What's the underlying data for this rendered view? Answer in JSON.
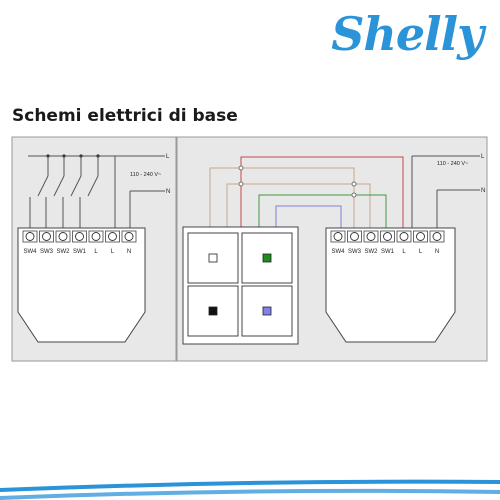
{
  "brand": {
    "logo_text": "Shelly",
    "color": "#2b93d8"
  },
  "title": "Schemi elettrici di base",
  "left_device": {
    "terminals": [
      "SW4",
      "SW3",
      "SW2",
      "SW1",
      "L",
      "L",
      "N"
    ],
    "line_label": "L",
    "neutral_label": "N",
    "voltage": "110 - 240 V~"
  },
  "right_device": {
    "terminals": [
      "SW4",
      "SW3",
      "SW2",
      "SW1",
      "L",
      "L",
      "N"
    ],
    "line_label": "L",
    "neutral_label": "N",
    "voltage": "110 - 240 V~"
  },
  "switch_panel": {
    "buttons": [
      {
        "color": "#ffffff",
        "name": "white"
      },
      {
        "color": "#1e8c1e",
        "name": "green"
      },
      {
        "color": "#111111",
        "name": "black"
      },
      {
        "color": "#8080ee",
        "name": "blue"
      }
    ]
  },
  "wire_colors": {
    "red": "#c44a4a",
    "orange": "#c7a98a",
    "green": "#3f9a3f",
    "blue": "#7f82d6",
    "dark": "#555555"
  }
}
